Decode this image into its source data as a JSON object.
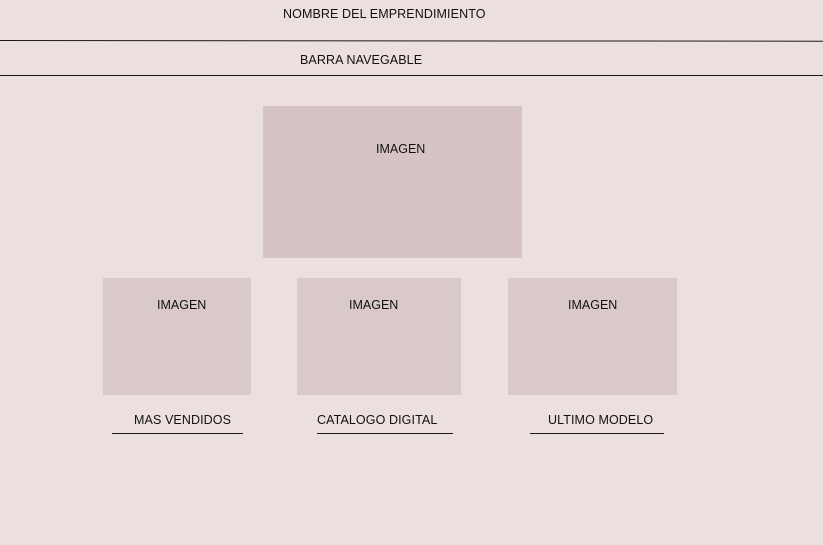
{
  "header": {
    "brand_name": "NOMBRE DEL EMPRENDIMIENTO",
    "nav_bar_label": "BARRA NAVEGABLE"
  },
  "hero": {
    "image_label": "IMAGEN"
  },
  "cards": [
    {
      "image_label": "IMAGEN",
      "link_label": "MAS VENDIDOS"
    },
    {
      "image_label": "IMAGEN",
      "link_label": "CATALOGO DIGITAL"
    },
    {
      "image_label": "IMAGEN",
      "link_label": "ULTIMO MODELO"
    }
  ],
  "colors": {
    "background": "#ebdfdf",
    "image_placeholder": "#d6c4c4",
    "text_and_lines": "#111111"
  }
}
